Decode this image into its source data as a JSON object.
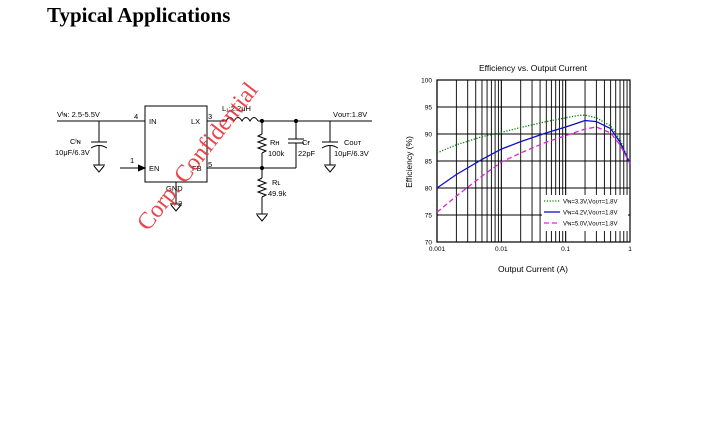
{
  "heading": "Typical Applications",
  "watermark": "Corp. Confidential",
  "schematic": {
    "vin": "Vᴵɴ: 2.5-5.5V",
    "cin_name": "Cᴵɴ",
    "cin_value": "10μF/6.3V",
    "pin_in": "4",
    "pin_en": "1",
    "pin_lx": "3",
    "pin_fb": "5",
    "pin_gnd": "2",
    "ic_in": "IN",
    "ic_lx": "LX",
    "ic_en": "EN",
    "ic_fb": "FB",
    "ic_gnd": "GND",
    "inductor": "L₁:2.2μH",
    "vout": "Vᴏᴜᴛ:1.8V",
    "rh_name": "Rʜ",
    "rh_value": "100k",
    "cf_name": "Cғ",
    "cf_value": "22pF",
    "cout_name": "Cᴏᴜᴛ",
    "cout_value": "10μF/6.3V",
    "rl_name": "Rʟ",
    "rl_value": "49.9k"
  },
  "chart_data": {
    "type": "line",
    "title": "Efficiency vs. Output Current",
    "xlabel": "Output Current (A)",
    "ylabel": "Efficiency (%)",
    "xscale": "log",
    "xlim": [
      0.001,
      1
    ],
    "ylim": [
      70,
      100
    ],
    "x_ticks": [
      "0.001",
      "0.01",
      "0.1",
      "1"
    ],
    "y_ticks": [
      "70",
      "75",
      "80",
      "85",
      "90",
      "95",
      "100"
    ],
    "grid": true,
    "legend_position": "bottom-right",
    "series": [
      {
        "name": "Vᴵɴ=3.3V,Vᴏᴜᴛ=1.8V",
        "color": "#008000",
        "dash": "dotted",
        "x": [
          0.001,
          0.002,
          0.005,
          0.01,
          0.02,
          0.05,
          0.1,
          0.15,
          0.2,
          0.3,
          0.5,
          0.7,
          1
        ],
        "y": [
          86.5,
          88,
          89.5,
          90.3,
          91.2,
          92.3,
          93,
          93.4,
          93.5,
          93,
          91.5,
          89,
          84.5
        ]
      },
      {
        "name": "Vᴵɴ=4.2V,Vᴏᴜᴛ=1.8V",
        "color": "#1010c0",
        "dash": "solid",
        "x": [
          0.001,
          0.002,
          0.005,
          0.01,
          0.02,
          0.05,
          0.1,
          0.15,
          0.2,
          0.3,
          0.5,
          0.7,
          1
        ],
        "y": [
          80,
          82.5,
          85.3,
          87.2,
          88.6,
          90.2,
          91.3,
          92,
          92.5,
          92.3,
          91,
          88.5,
          84.5
        ]
      },
      {
        "name": "Vᴵɴ=5.0V,Vᴏᴜᴛ=1.8V",
        "color": "#e020e0",
        "dash": "dashed",
        "x": [
          0.001,
          0.002,
          0.005,
          0.01,
          0.02,
          0.05,
          0.1,
          0.15,
          0.2,
          0.3,
          0.5,
          0.7,
          1
        ],
        "y": [
          75.5,
          78.5,
          82.2,
          84.8,
          86.5,
          88.5,
          89.7,
          90.4,
          90.9,
          91.3,
          90.2,
          88,
          84.5
        ]
      }
    ]
  }
}
